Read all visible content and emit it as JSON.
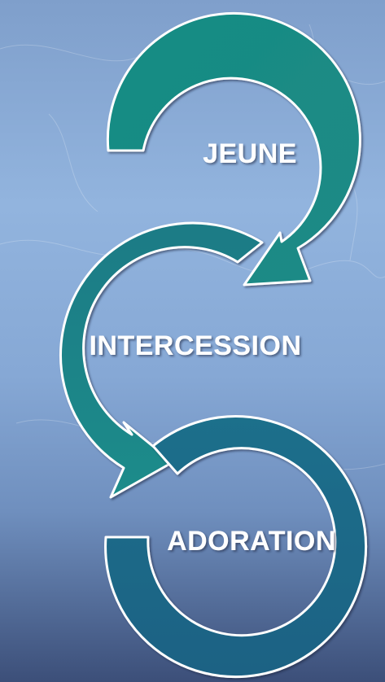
{
  "diagram": {
    "steps": [
      {
        "label": "JEUNE",
        "color": "#1e8a86"
      },
      {
        "label": "INTERCESSION",
        "color": "#1f7f86"
      },
      {
        "label": "ADORATION",
        "color": "#1d6a8a"
      }
    ]
  },
  "colors": {
    "background_top": "#7f9fcb",
    "background_bottom": "#3c4f79",
    "arrow_outline": "#ffffff",
    "text": "#ffffff"
  }
}
